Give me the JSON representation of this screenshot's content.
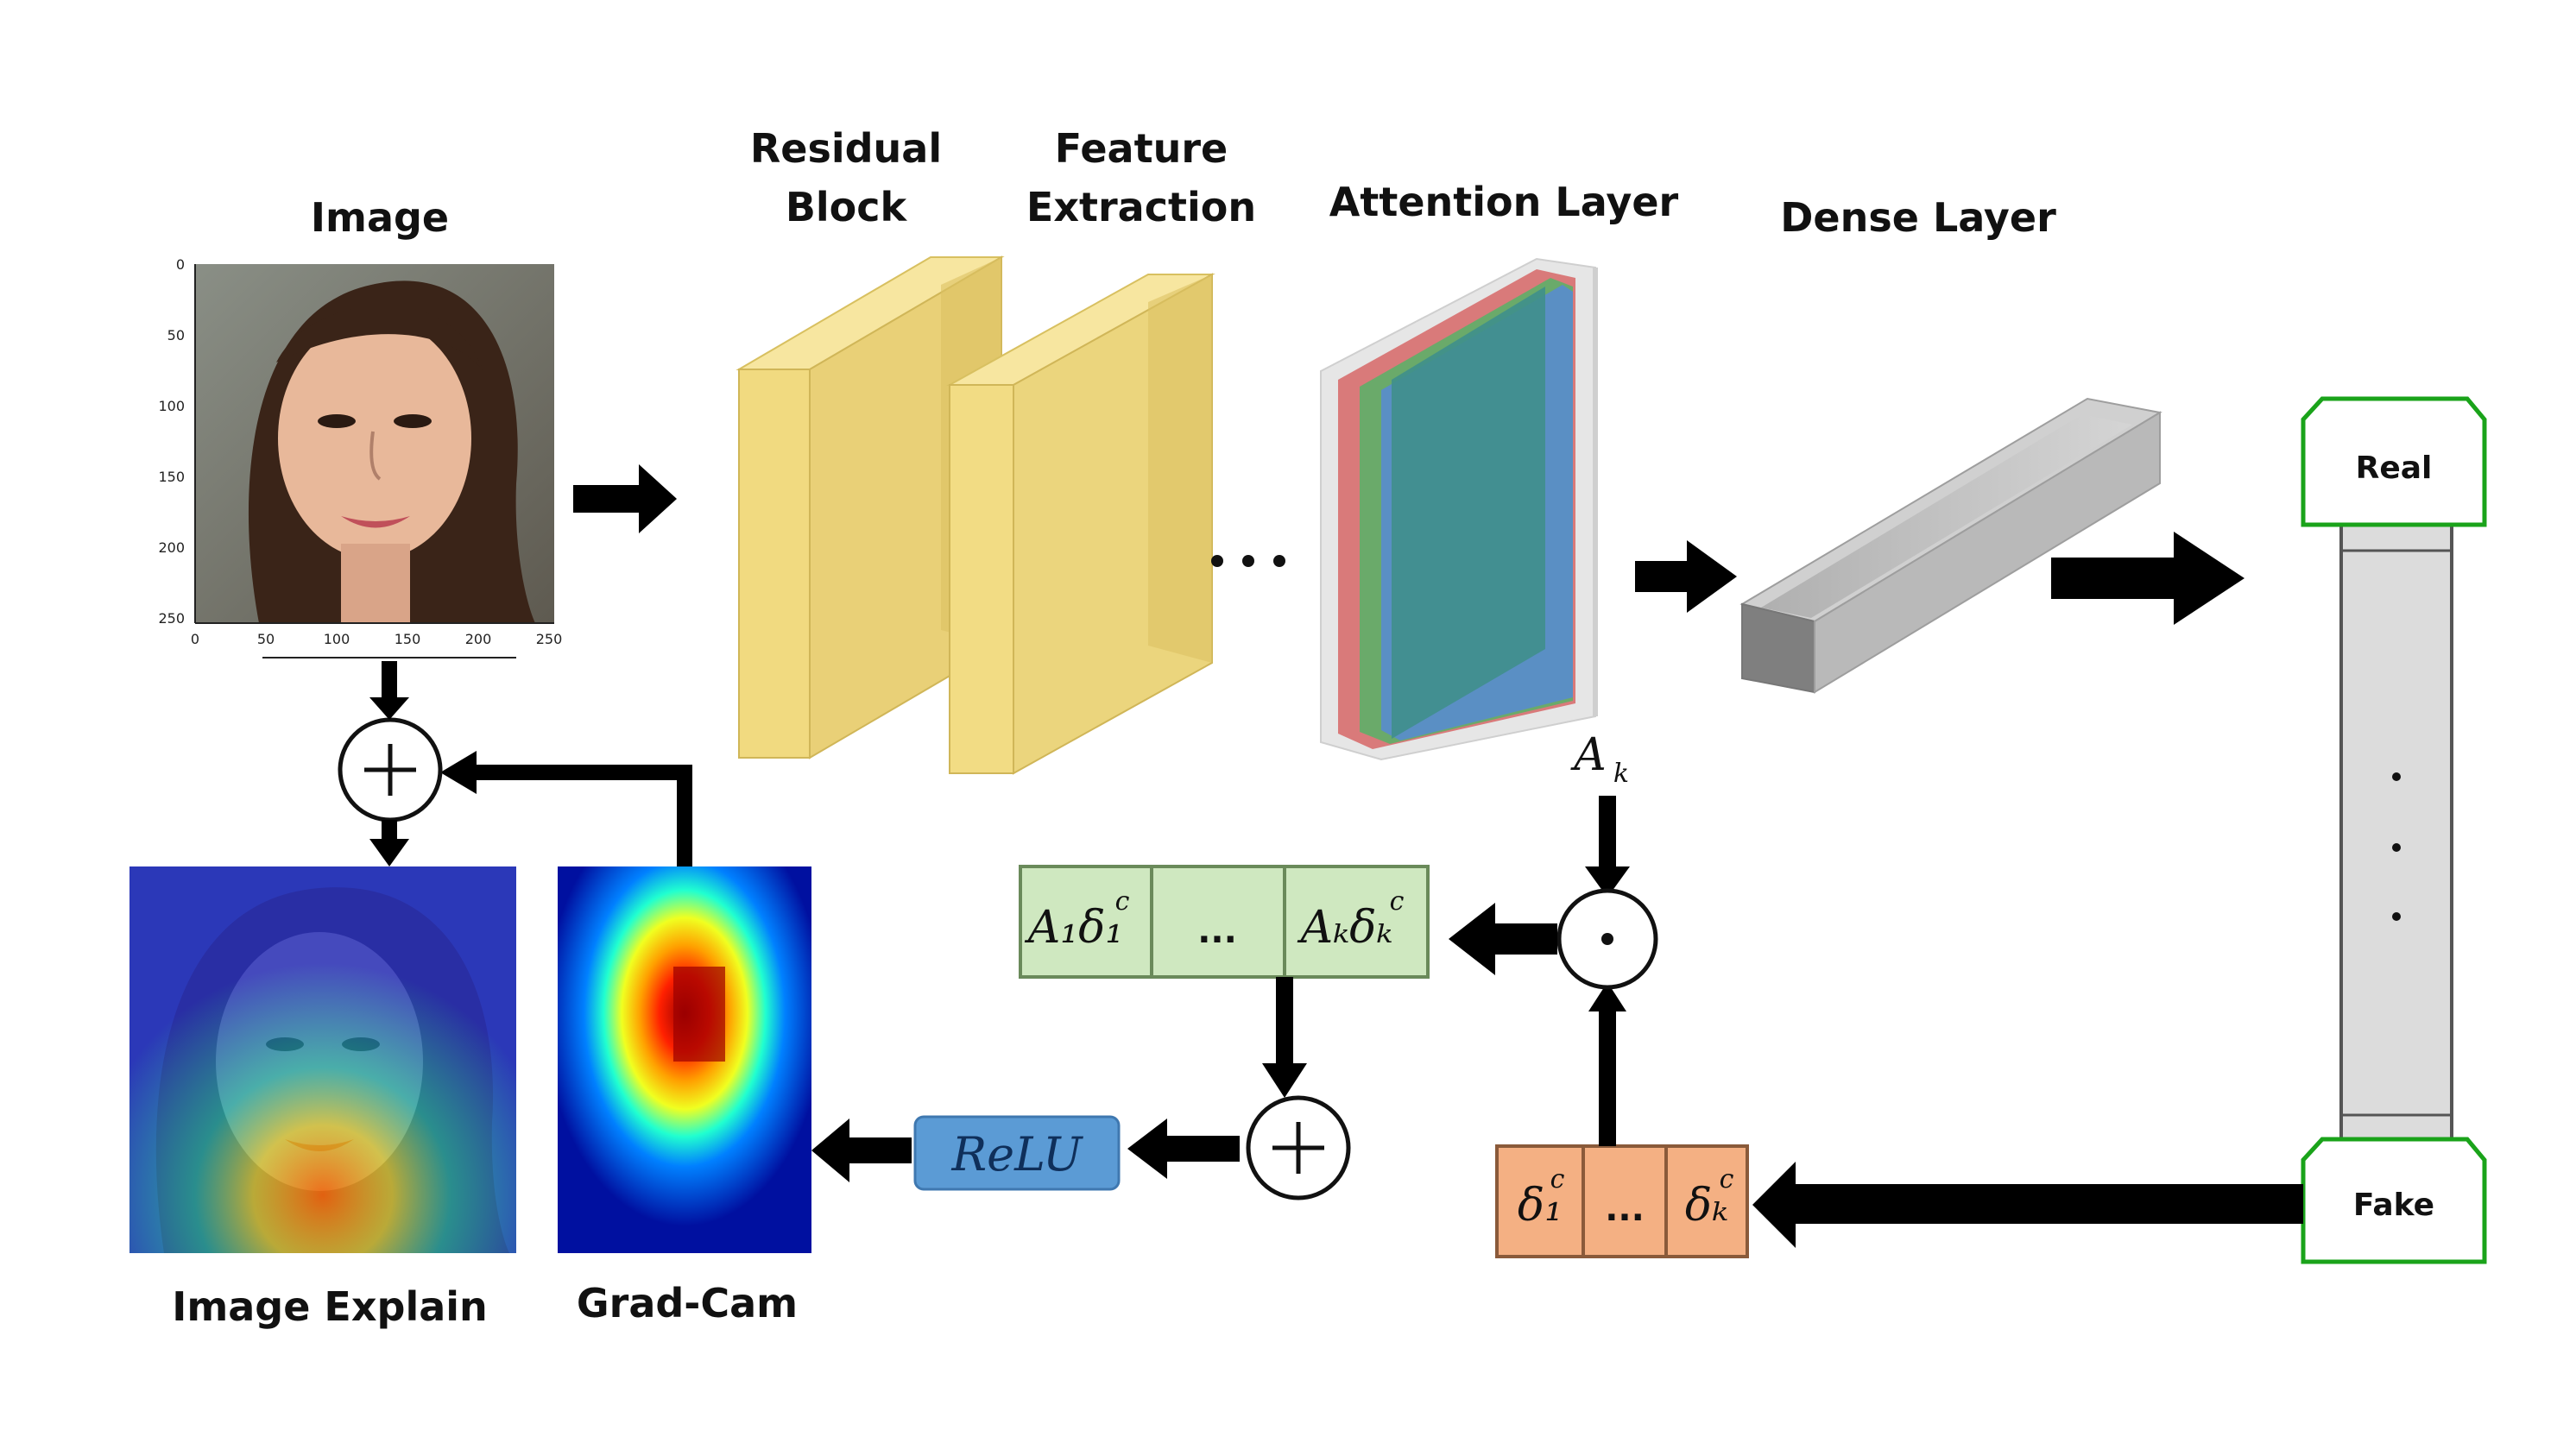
{
  "labels": {
    "image": "Image",
    "residual_line1": "Residual",
    "residual_line2": "Block",
    "feature_line1": "Feature",
    "feature_line2": "Extraction",
    "attention": "Attention Layer",
    "dense": "Dense Layer",
    "image_explain": "Image Explain",
    "grad_cam": "Grad-Cam",
    "real": "Real",
    "fake": "Fake",
    "relu": "ReLU",
    "ellipsis": "...",
    "dots": "• • •"
  },
  "math": {
    "a_k": "A",
    "a_k_sub": "k",
    "a1_delta1": "A₁δ₁",
    "ak_deltak": "Aₖδₖ",
    "delta1": "δ₁",
    "deltak": "δₖ",
    "sup_c": "c",
    "sum_symbol": "+",
    "dot_symbol": "•"
  },
  "image_axes": {
    "y_ticks": [
      "0",
      "50",
      "100",
      "150",
      "200",
      "250"
    ],
    "x_ticks": [
      "0",
      "50",
      "100",
      "150",
      "200",
      "250"
    ]
  },
  "colors": {
    "block_yellow": "#f2dc7c",
    "attention_teal": "#3f8f8c",
    "dense_gray": "#b8b8b8",
    "green_cell": "#cfe8c0",
    "orange_cell": "#f4b083",
    "relu_blue": "#5b9bd5",
    "output_green": "#1aa31a"
  }
}
